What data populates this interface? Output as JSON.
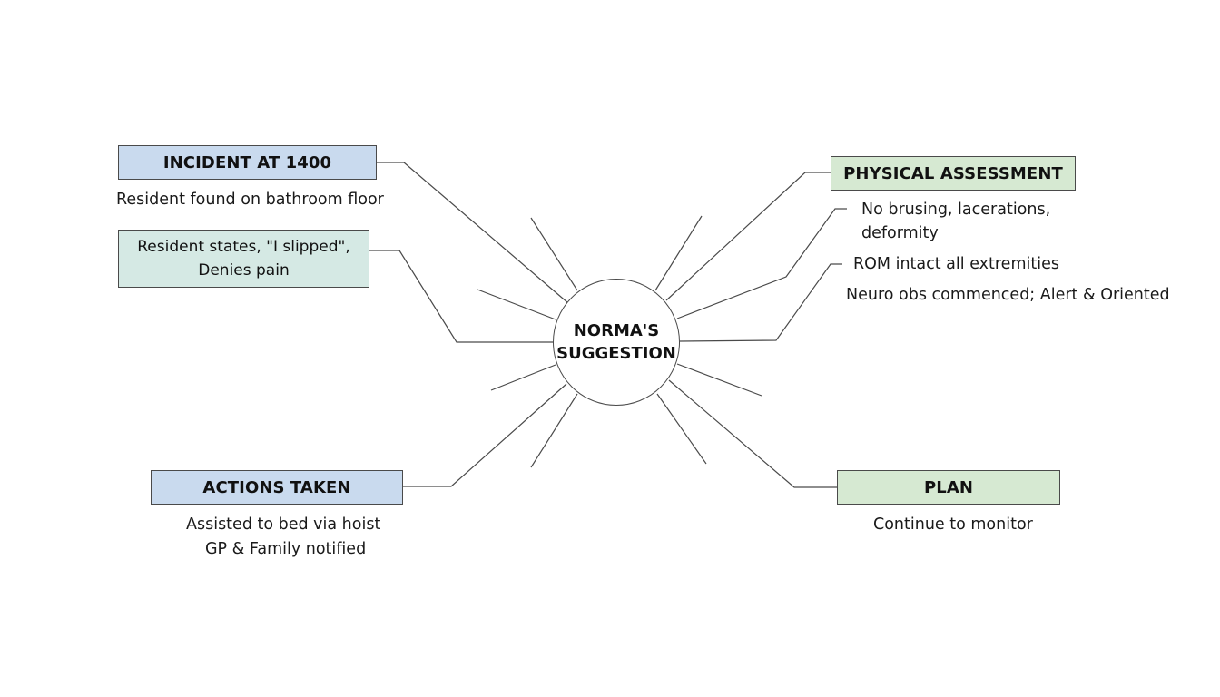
{
  "center": {
    "line1": "NORMA'S",
    "line2": "SUGGESTION"
  },
  "left": {
    "incident": {
      "title": "INCIDENT AT 1400",
      "detail": "Resident found on bathroom floor"
    },
    "statement": {
      "line1": "Resident states, \"I slipped\",",
      "line2": "Denies pain"
    },
    "actions": {
      "title": "ACTIONS TAKEN",
      "line1": "Assisted to bed via hoist",
      "line2": "GP & Family notified"
    }
  },
  "right": {
    "physical": {
      "title": "PHYSICAL ASSESSMENT",
      "finding1_line1": "No brusing, lacerations,",
      "finding1_line2": "deformity",
      "finding2": "ROM intact all extremities",
      "finding3": "Neuro obs commenced; Alert & Oriented"
    },
    "plan": {
      "title": "PLAN",
      "detail": "Continue to monitor"
    }
  },
  "colors": {
    "blue": "#c9daee",
    "teal": "#d5e9e4",
    "green": "#d6e9d2",
    "line": "#4a4a4a"
  }
}
